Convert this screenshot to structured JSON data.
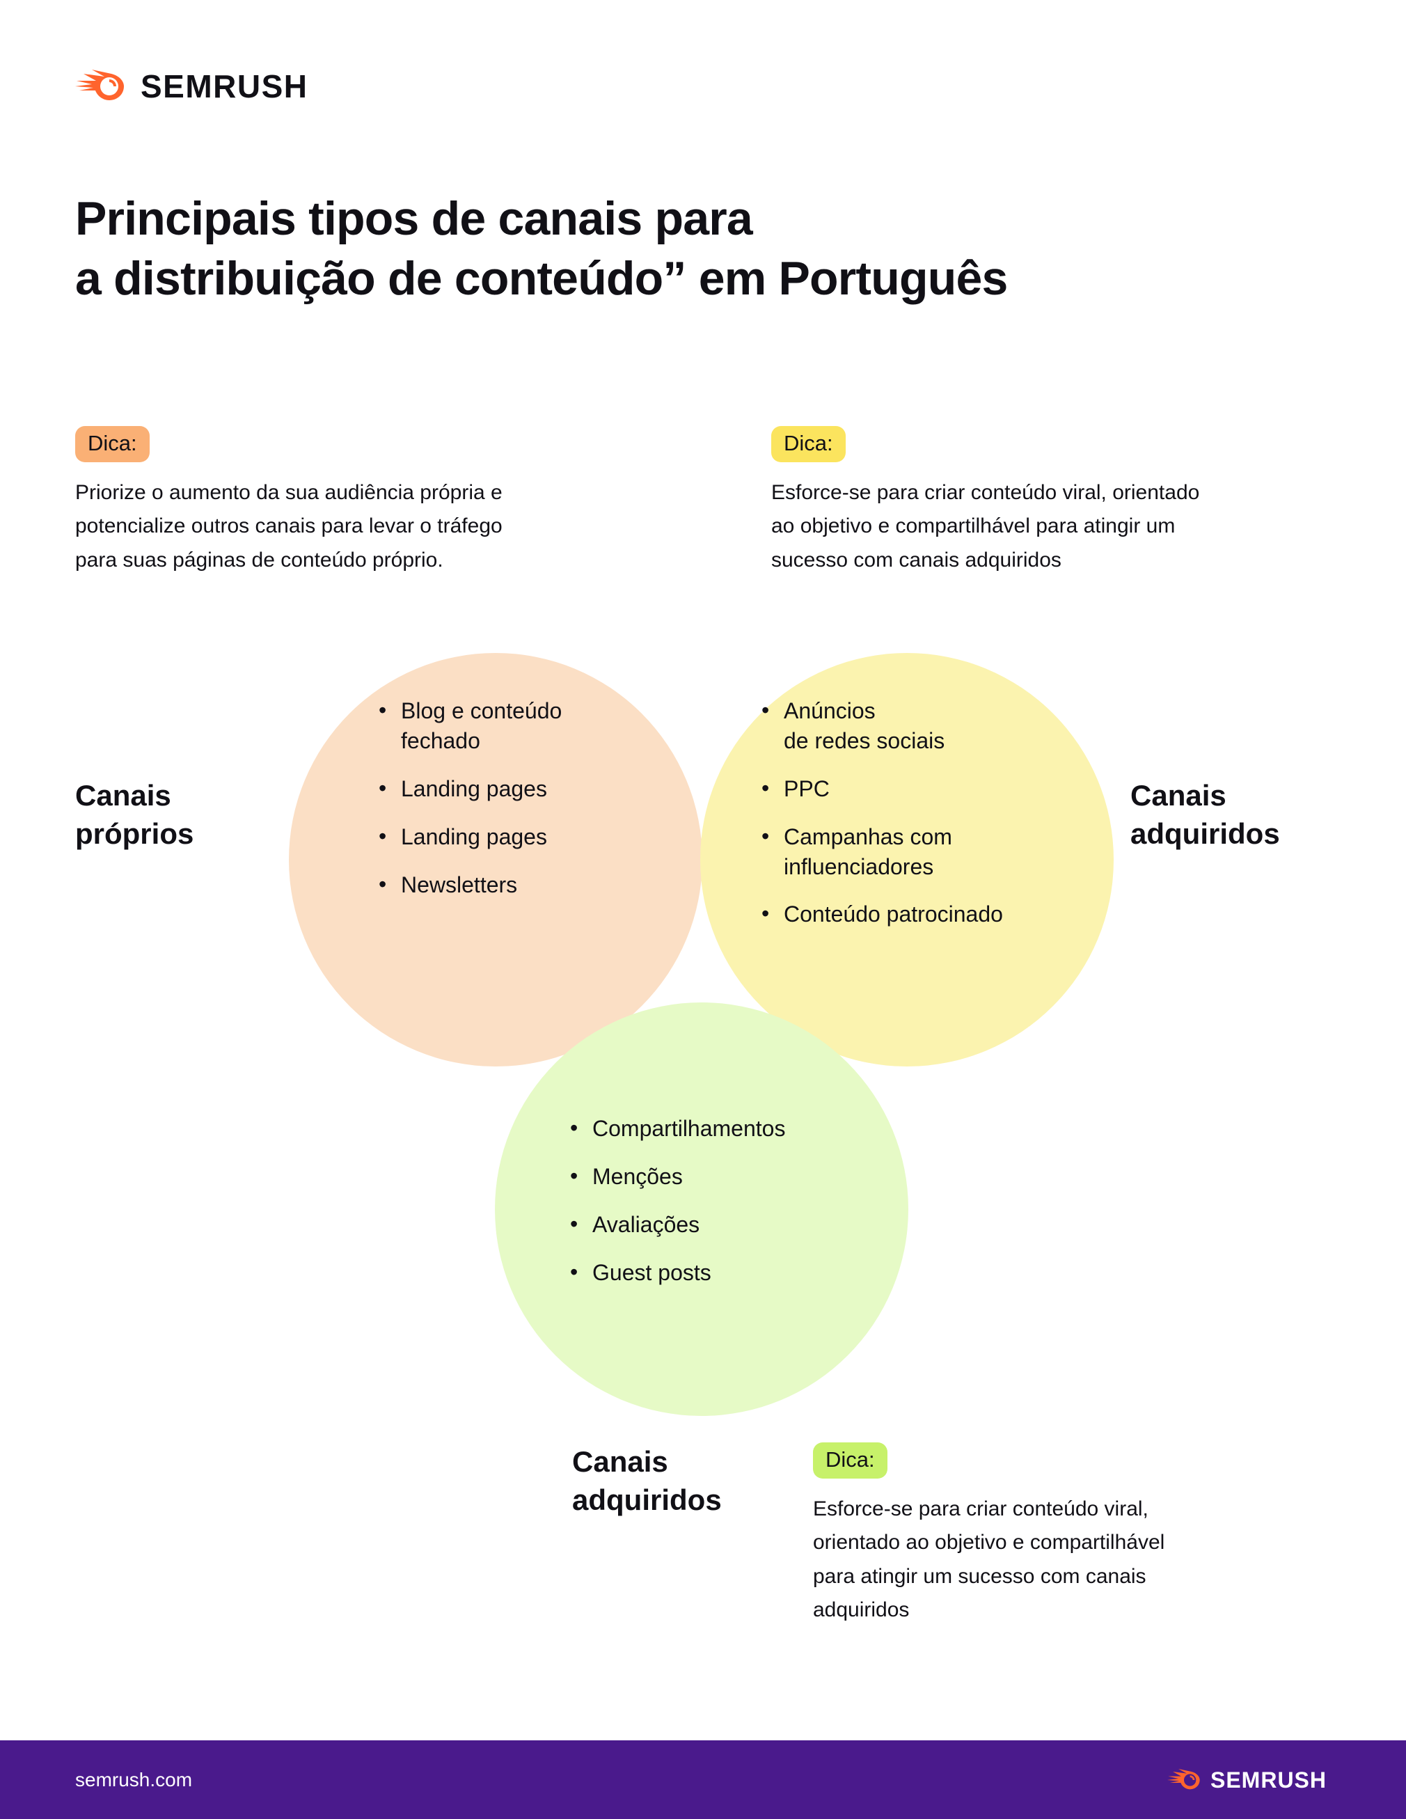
{
  "brand": {
    "name": "SEMRUSH",
    "logo_icon": "semrush-comet-icon",
    "accent_orange": "#FF642D",
    "footer_bg": "#4A1A8C"
  },
  "title": {
    "line1": "Principais tipos de canais para",
    "line2": "a distribuição de conteúdo” em Português"
  },
  "tips": {
    "owned": {
      "badge": "Dica:",
      "badge_color": "#FAB075",
      "line1": "Priorize o aumento da sua audiência própria e",
      "line2": "potencialize outros canais para levar o tráfego",
      "line3": "para suas páginas de conteúdo próprio."
    },
    "earned": {
      "badge": "Dica:",
      "badge_color": "#FBE45E",
      "line1": "Esforce-se para criar conteúdo viral, orientado",
      "line2": "ao objetivo e compartilhável para atingir um",
      "line3": "sucesso com canais adquiridos"
    },
    "bottom": {
      "badge": "Dica:",
      "badge_color": "#C7F16A",
      "line1": "Esforce-se para criar conteúdo viral,",
      "line2": "orientado ao objetivo e compartilhável",
      "line3": "para atingir um sucesso com canais",
      "line4": "adquiridos"
    }
  },
  "venn": {
    "owned": {
      "label_line1": "Canais",
      "label_line2": "próprios",
      "color": "#FBDFC5",
      "items": [
        {
          "line1": "Blog e conteúdo",
          "line2": "fechado"
        },
        {
          "line1": "Landing pages",
          "line2": ""
        },
        {
          "line1": "Landing pages",
          "line2": ""
        },
        {
          "line1": "Newsletters",
          "line2": ""
        }
      ]
    },
    "earned": {
      "label_line1": "Canais",
      "label_line2": "adquiridos",
      "color": "#FBF3AF",
      "items": [
        {
          "line1": "Anúncios",
          "line2": "de redes sociais"
        },
        {
          "line1": "PPC",
          "line2": ""
        },
        {
          "line1": "Campanhas com",
          "line2": "influenciadores"
        },
        {
          "line1": "Conteúdo patrocinado",
          "line2": ""
        }
      ]
    },
    "paid": {
      "label_line1": "Canais",
      "label_line2": "adquiridos",
      "color": "#E6FAC6",
      "items": [
        {
          "line1": "Compartilhamentos",
          "line2": ""
        },
        {
          "line1": "Menções",
          "line2": ""
        },
        {
          "line1": "Avaliações",
          "line2": ""
        },
        {
          "line1": "Guest posts",
          "line2": ""
        }
      ]
    }
  },
  "footer": {
    "url": "semrush.com",
    "brand": "SEMRUSH"
  }
}
